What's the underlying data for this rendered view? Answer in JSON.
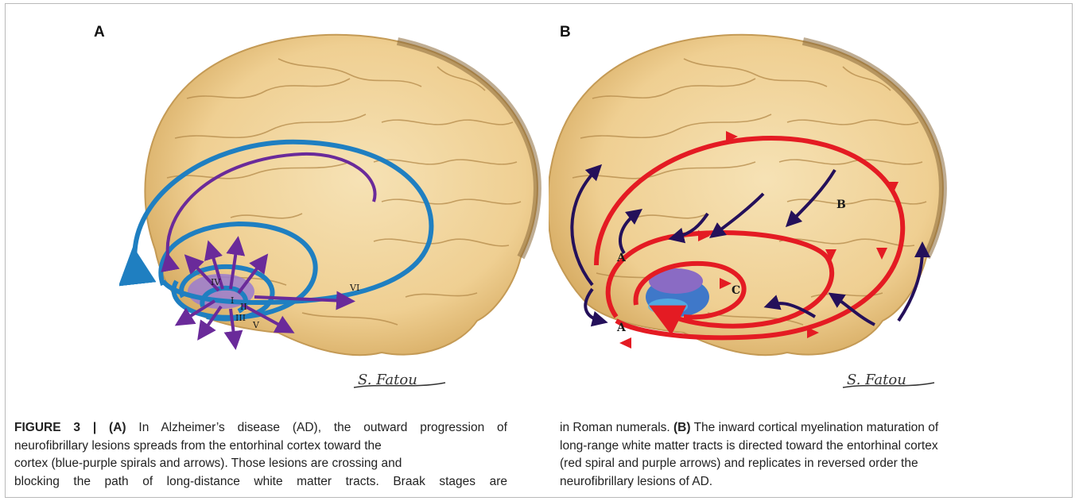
{
  "figure": {
    "panel_a_label": "A",
    "panel_b_label": "B",
    "panel_a": {
      "stage_labels": [
        "I",
        "II",
        "III",
        "IV",
        "V",
        "VI"
      ]
    },
    "panel_b": {
      "region_labels": [
        "A",
        "A",
        "B",
        "C"
      ]
    },
    "signature_text": "S. Fatou"
  },
  "caption": {
    "left": {
      "figure_label": "FIGURE 3 |",
      "panel_a_ref": "(A)",
      "line1_rest": " In Alzheimer’s disease (AD), the outward progression of",
      "line2": "neurofibrillary lesions spreads from the entorhinal cortex toward the",
      "line3": "cortex (blue-purple spirals and arrows). Those lesions are crossing and",
      "line4": "blocking the path of long-distance white matter tracts. Braak stages are"
    },
    "right": {
      "line1_start": "in Roman numerals. ",
      "panel_b_ref": "(B)",
      "line1_rest": " The inward cortical myelination maturation of",
      "line2": "long-range white matter tracts is directed toward the entorhinal cortex",
      "line3": "(red spiral and purple arrows) and replicates in reversed order the",
      "line4": "neurofibrillary lesions of AD."
    }
  },
  "colors": {
    "brain_fill": "#f1d49b",
    "brain_shade": "#d9b26b",
    "sulci": "#b48a4a",
    "blue_spiral": "#1f7fc1",
    "purple_arrow": "#6a2a9a",
    "red_spiral": "#e41b23",
    "navy_arrow": "#24105a",
    "entorhinal_purple": "#8a6bc4",
    "entorhinal_blue": "#3f78c9"
  }
}
